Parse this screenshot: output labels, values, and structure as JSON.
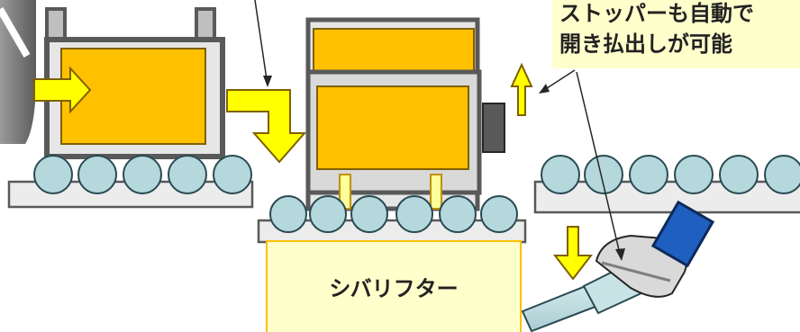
{
  "callout": {
    "line1": "ストッパーも自動で",
    "line2": "開き払出しが可能"
  },
  "lifter": {
    "label": "シバリフター"
  },
  "colors": {
    "cargo": "#ffc000",
    "arrow": "#ffff00",
    "roller": "#b4d8dc",
    "conveyor_frame": "#ececec",
    "cart_frame": "#595959",
    "lifter_body": "#ffffcc",
    "sensor_head": "#1f5fbf"
  }
}
